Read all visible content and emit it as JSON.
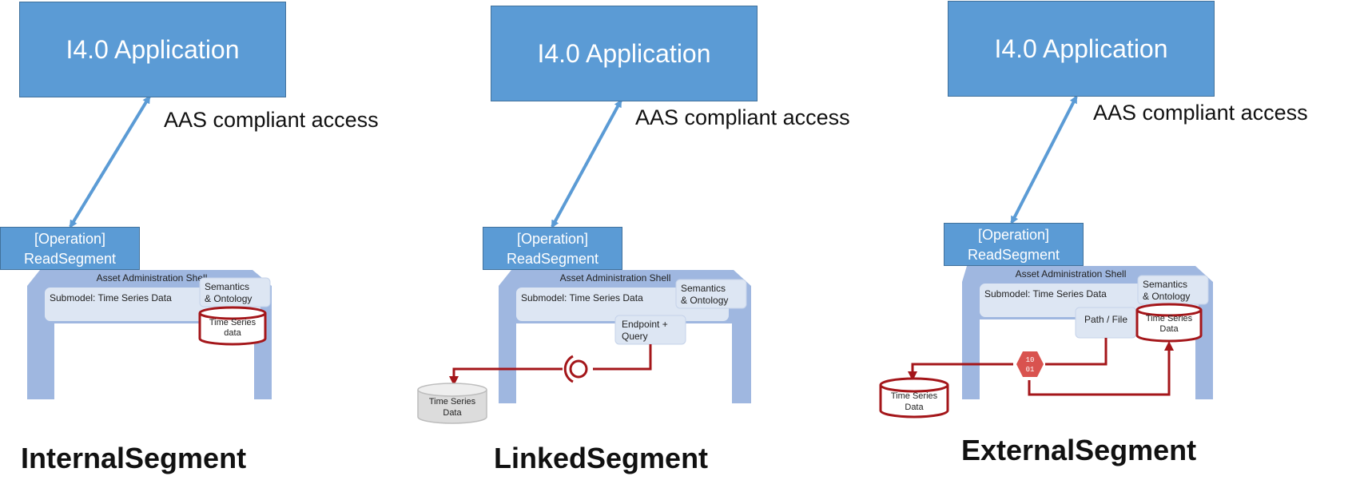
{
  "panels": [
    {
      "app_label": "I4.0 Application",
      "access_label": "AAS compliant access",
      "operation": {
        "line1": "[Operation]",
        "line2": "ReadSegment"
      },
      "shell": {
        "title": "Asset Administration Shell",
        "submodel": "Submodel: Time Series Data",
        "semantics": [
          "Semantics",
          "& Ontology"
        ],
        "db": [
          "Time Series",
          "data"
        ]
      },
      "segment_title": "InternalSegment"
    },
    {
      "app_label": "I4.0 Application",
      "access_label": "AAS compliant access",
      "operation": {
        "line1": "[Operation]",
        "line2": "ReadSegment"
      },
      "shell": {
        "title": "Asset Administration Shell",
        "submodel": "Submodel: Time Series Data",
        "semantics": [
          "Semantics",
          "& Ontology"
        ],
        "endpoint": [
          "Endpoint +",
          "Query"
        ],
        "external_db": [
          "Time Series",
          "Data"
        ]
      },
      "segment_title": "LinkedSegment"
    },
    {
      "app_label": "I4.0 Application",
      "access_label": "AAS compliant access",
      "operation": {
        "line1": "[Operation]",
        "line2": "ReadSegment"
      },
      "shell": {
        "title": "Asset Administration Shell",
        "submodel": "Submodel: Time Series Data",
        "semantics": [
          "Semantics",
          "& Ontology"
        ],
        "path": "Path / File",
        "db": [
          "Time Series",
          "Data"
        ],
        "file_icon": [
          "10",
          "01"
        ],
        "external_db": [
          "Time Series",
          "Data"
        ]
      },
      "segment_title": "ExternalSegment"
    }
  ],
  "colors": {
    "box_fill": "#5b9bd5",
    "shell_fill": "#8eaadb",
    "shell_inner": "#dde6f3",
    "link_red": "#a4161a",
    "hex_red": "#d9534f"
  }
}
